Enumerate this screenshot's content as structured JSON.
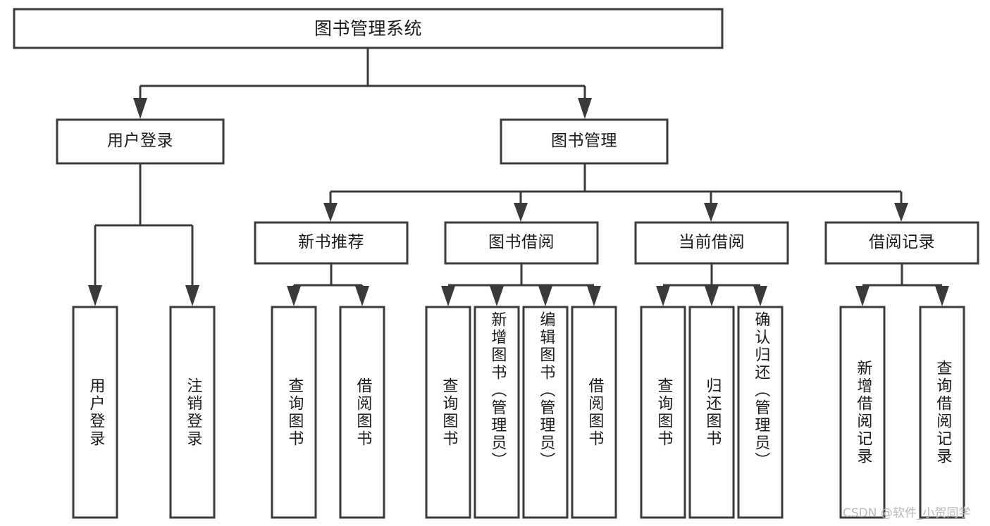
{
  "diagram": {
    "title": "图书管理系统",
    "type": "tree-hierarchy-chart",
    "colors": {
      "box_stroke": "#3a3a3a",
      "box_fill": "#ffffff",
      "text": "#1a1a1a",
      "connector": "#3a3a3a",
      "watermark": "#b9b9b9",
      "background": "#ffffff"
    },
    "root": {
      "label": "图书管理系统"
    },
    "level1": [
      {
        "label": "用户登录"
      },
      {
        "label": "图书管理"
      }
    ],
    "level2": [
      {
        "label": "新书推荐"
      },
      {
        "label": "图书借阅"
      },
      {
        "label": "当前借阅"
      },
      {
        "label": "借阅记录"
      }
    ],
    "leaves": {
      "user_login": [
        {
          "label": "用户登录"
        },
        {
          "label": "注销登录"
        }
      ],
      "new_book_recommend": [
        {
          "label": "查询图书"
        },
        {
          "label": "借阅图书"
        }
      ],
      "book_borrow": [
        {
          "label": "查询图书"
        },
        {
          "label": "新增图书（管理员）"
        },
        {
          "label": "编辑图书（管理员）"
        },
        {
          "label": "借阅图书"
        }
      ],
      "current_borrow": [
        {
          "label": "查询图书"
        },
        {
          "label": "归还图书"
        },
        {
          "label": "确认归还（管理员）"
        }
      ],
      "borrow_record": [
        {
          "label": "新增借阅记录"
        },
        {
          "label": "查询借阅记录"
        }
      ]
    },
    "watermark": "CSDN @软件_小贺同学"
  }
}
